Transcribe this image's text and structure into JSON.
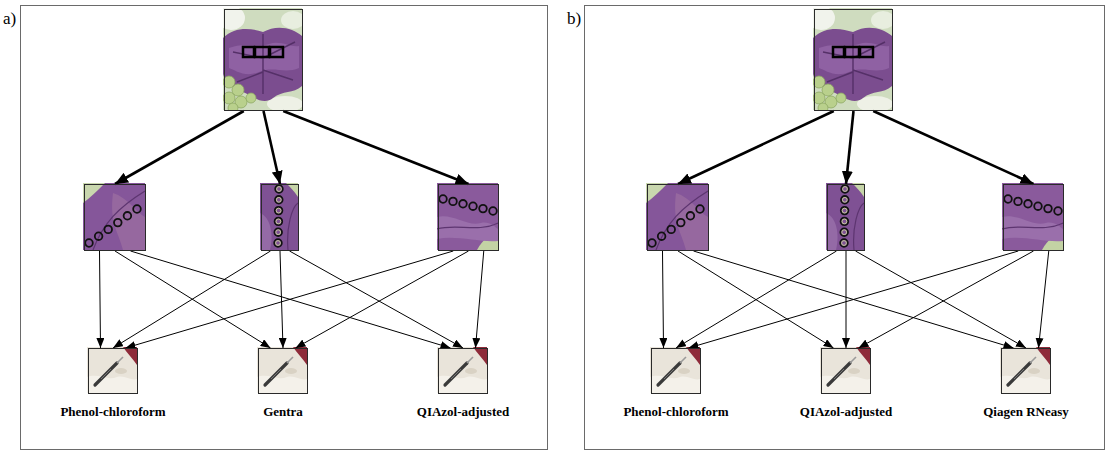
{
  "diagram": {
    "nodes": [
      {
        "text": [
          "a)"
        ]
      },
      {
        "text": [],
        "in": 0
      },
      {
        "text": [],
        "in": 0
      },
      {
        "text": [],
        "in": 0
      },
      {
        "text": [],
        "in": 0
      },
      {
        "text": [
          "Phenol-chloroform"
        ],
        "in": 0
      },
      {
        "text": [
          "Gentra"
        ],
        "in": 0
      },
      {
        "text": [
          "QIAzol-adjusted"
        ],
        "in": 0
      },
      {
        "text": [
          "b)"
        ]
      },
      {
        "text": [],
        "in": 8
      },
      {
        "text": [],
        "in": 8
      },
      {
        "text": [],
        "in": 8
      },
      {
        "text": [],
        "in": 8
      },
      {
        "text": [
          "Phenol-chloroform"
        ],
        "in": 8
      },
      {
        "text": [
          "QIAzol-adjusted"
        ],
        "in": 8
      },
      {
        "text": [
          "Qiagen RNeasy"
        ],
        "in": 8
      }
    ],
    "edges": [
      {
        "from": 1,
        "to": 2,
        "arrow": "to"
      },
      {
        "from": 1,
        "to": 3,
        "arrow": "to"
      },
      {
        "from": 1,
        "to": 4,
        "arrow": "to"
      },
      {
        "from": 2,
        "to": 5,
        "arrow": "to"
      },
      {
        "from": 2,
        "to": 6,
        "arrow": "to"
      },
      {
        "from": 2,
        "to": 7,
        "arrow": "to"
      },
      {
        "from": 3,
        "to": 5,
        "arrow": "to"
      },
      {
        "from": 3,
        "to": 6,
        "arrow": "to"
      },
      {
        "from": 3,
        "to": 7,
        "arrow": "to"
      },
      {
        "from": 4,
        "to": 5,
        "arrow": "to"
      },
      {
        "from": 4,
        "to": 6,
        "arrow": "to"
      },
      {
        "from": 4,
        "to": 7,
        "arrow": "to"
      },
      {
        "from": 9,
        "to": 10,
        "arrow": "to"
      },
      {
        "from": 9,
        "to": 11,
        "arrow": "to"
      },
      {
        "from": 9,
        "to": 12,
        "arrow": "to"
      },
      {
        "from": 10,
        "to": 13,
        "arrow": "to"
      },
      {
        "from": 10,
        "to": 14,
        "arrow": "to"
      },
      {
        "from": 10,
        "to": 15,
        "arrow": "to"
      },
      {
        "from": 11,
        "to": 13,
        "arrow": "to"
      },
      {
        "from": 11,
        "to": 14,
        "arrow": "to"
      },
      {
        "from": 11,
        "to": 15,
        "arrow": "to"
      },
      {
        "from": 12,
        "to": 13,
        "arrow": "to"
      },
      {
        "from": 12,
        "to": 14,
        "arrow": "to"
      },
      {
        "from": 12,
        "to": 15,
        "arrow": "to"
      }
    ]
  }
}
